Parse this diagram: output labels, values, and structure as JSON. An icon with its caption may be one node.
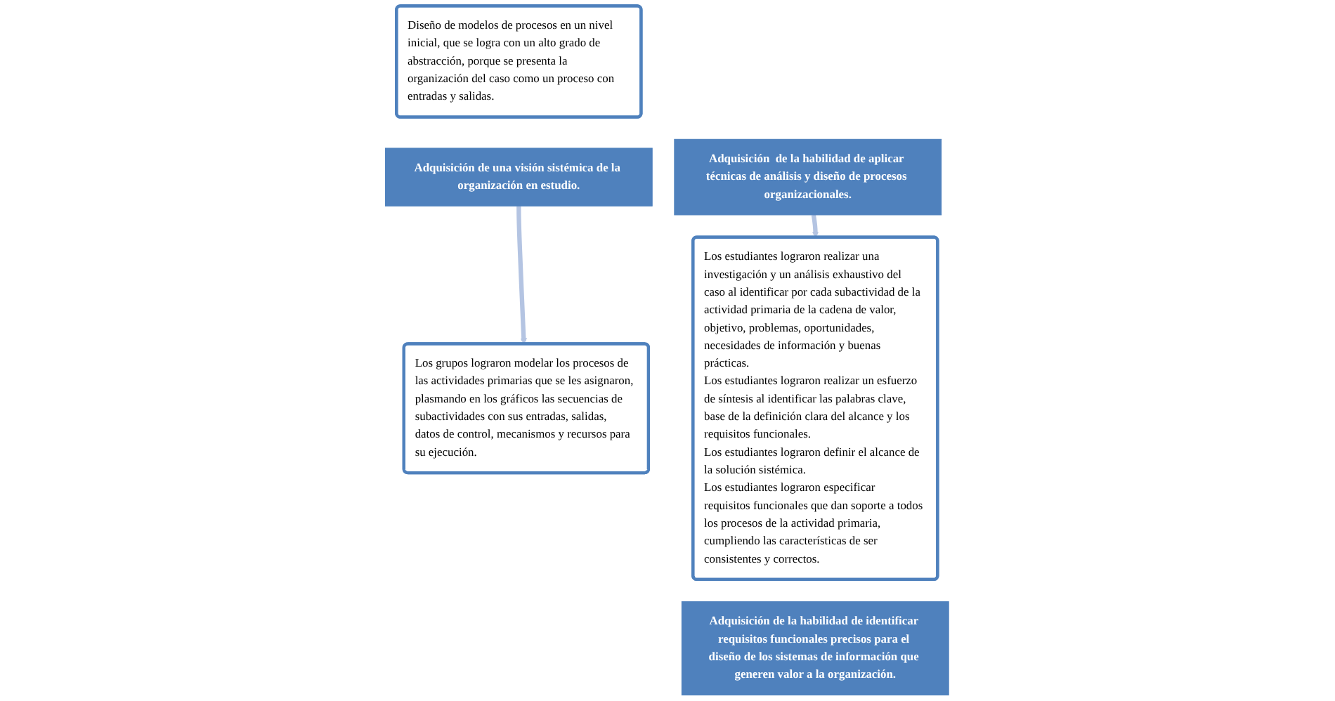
{
  "diagram": {
    "nodes": [
      {
        "text": [
          "Diseño de modelos de procesos en un nivel inicial, que se logra con un alto grado de abstracción, porque se presenta la organización del caso como un proceso con entradas y salidas."
        ]
      },
      {
        "text": [
          "Adquisición de una visión sistémica de la organización en estudio."
        ]
      },
      {
        "text": [
          "Adquisición  de la habilidad de aplicar técnicas de análisis y diseño de procesos organizacionales."
        ]
      },
      {
        "text": [
          "Los grupos lograron modelar los procesos de las actividades primarias que se les asignaron, plasmando en los gráficos las secuencias de subactividades con sus entradas, salidas, datos de control, mecanismos y recursos para su ejecución."
        ]
      },
      {
        "text": [
          "Los estudiantes lograron realizar una investigación y un análisis exhaustivo del caso al identificar por cada subactividad de la actividad primaria de la cadena de valor,  objetivo, problemas, oportunidades, necesidades de información y buenas prácticas.",
          "Los estudiantes lograron realizar un esfuerzo de síntesis al identificar las palabras clave, base de la definición clara del alcance y los requisitos funcionales.",
          "Los estudiantes lograron definir el alcance de la solución sistémica.",
          "Los estudiantes lograron especificar requisitos funcionales que dan soporte a todos los procesos de la actividad primaria, cumpliendo las características de ser consistentes y correctos."
        ]
      },
      {
        "text": [
          "Adquisición de la habilidad de identificar requisitos funcionales precisos para el diseño de los sistemas de información que generen valor a la organización."
        ]
      }
    ],
    "edges": [
      {
        "from": 1,
        "to": 3,
        "arrow": "to"
      },
      {
        "from": 2,
        "to": 4,
        "arrow": "to"
      }
    ]
  }
}
